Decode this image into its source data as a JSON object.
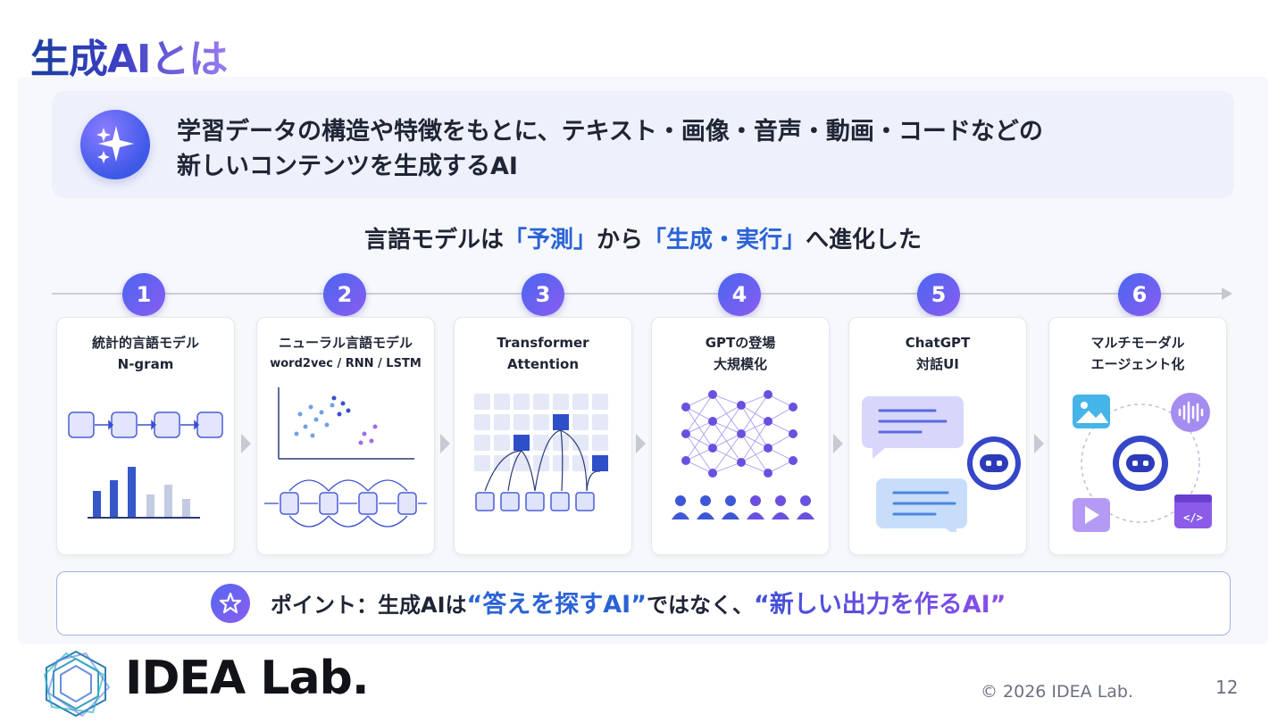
{
  "slide": {
    "title": "生成AIとは",
    "definition_line1": "学習データの構造や特徴をもとに、テキスト・画像・音声・動画・コードなどの",
    "definition_line2": "新しいコンテンツを生成するAI",
    "headline_part1": "言語モデルは",
    "headline_part2": "「予測」",
    "headline_part3": "から",
    "headline_part4": "「生成・実行」",
    "headline_part5": "へ進化した"
  },
  "steps": [
    {
      "number": "1",
      "title": "統計的言語モデル",
      "subtitle": "N-gram"
    },
    {
      "number": "2",
      "title": "ニューラル言語モデル",
      "subtitle": "word2vec / RNN / LSTM"
    },
    {
      "number": "3",
      "title": "Transformer",
      "subtitle": "Attention"
    },
    {
      "number": "4",
      "title": "GPTの登場",
      "subtitle": "大規模化"
    },
    {
      "number": "5",
      "title": "ChatGPT",
      "subtitle": "対話UI"
    },
    {
      "number": "6",
      "title": "マルチモーダル",
      "subtitle": "エージェント化"
    }
  ],
  "point": {
    "lead": "ポイント：生成AIは",
    "quote1": "“答えを探すAI”",
    "middle": "ではなく、",
    "quote2": "“新しい出力を作るAI”"
  },
  "footer": {
    "logo_text": "IDEA Lab.",
    "copyright": "© 2026 IDEA Lab.",
    "page_number": "12"
  },
  "colors": {
    "accent_blue": "#2b63d6",
    "accent_purple": "#8a5cf0",
    "card_border": "#e4e7ee"
  }
}
